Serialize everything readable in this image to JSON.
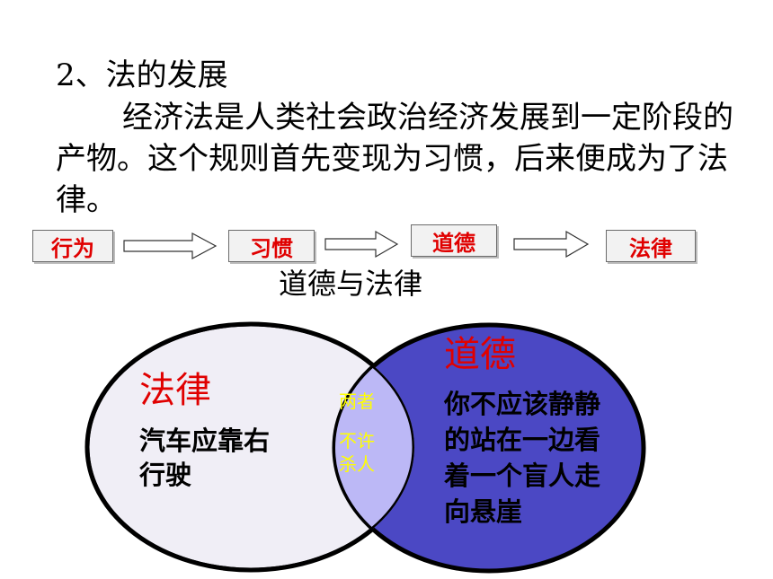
{
  "heading": "2、法的发展",
  "paragraph": "经济法是人类社会政治经济发展到一定阶段的产物。这个规则首先变现为习惯，后来便成为了法律。",
  "flow": [
    "行为",
    "习惯",
    "道德",
    "法律"
  ],
  "venn": {
    "title": "道德与法律",
    "left_label": "法律",
    "left_example": "汽车应靠右行驶",
    "right_label": "道德",
    "right_example": "你不应该静静的站在一边看着一个盲人走向悬崖",
    "overlap_label": "两者",
    "overlap_example": "不许杀人"
  },
  "colors": {
    "label_red": "#e00000",
    "left_circle_fill": "#f0eef6",
    "right_circle_fill": "#4b48c4",
    "overlap_fill": "#bcb8f6",
    "overlap_text": "#ffff00"
  }
}
